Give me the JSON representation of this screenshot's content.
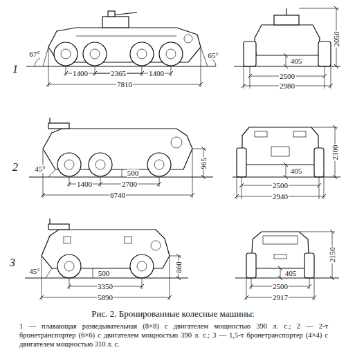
{
  "diagram": {
    "title": "Рис. 2. Бронированные колесные машины:",
    "caption": "1 — плавающая разведывательная (8×8) с двигателем мощностью 390 л. с.; 2 — 2-т бронетранспортер (6×6) с двигателем мощностью 390 л. с.; 3 — 1,5-т бронетранспортер (4×4) с двигателем мощностью 310 л. с.",
    "labels": [
      "1",
      "67°",
      "65°",
      "1400",
      "2365",
      "1400",
      "7810",
      "405",
      "2500",
      "2980",
      "2050",
      "2",
      "45°",
      "1400",
      "2700",
      "500",
      "965",
      "6740",
      "405",
      "2500",
      "2940",
      "2300",
      "3",
      "45°",
      "500",
      "860",
      "3350",
      "5890",
      "405",
      "2500",
      "2917",
      "2150"
    ]
  }
}
